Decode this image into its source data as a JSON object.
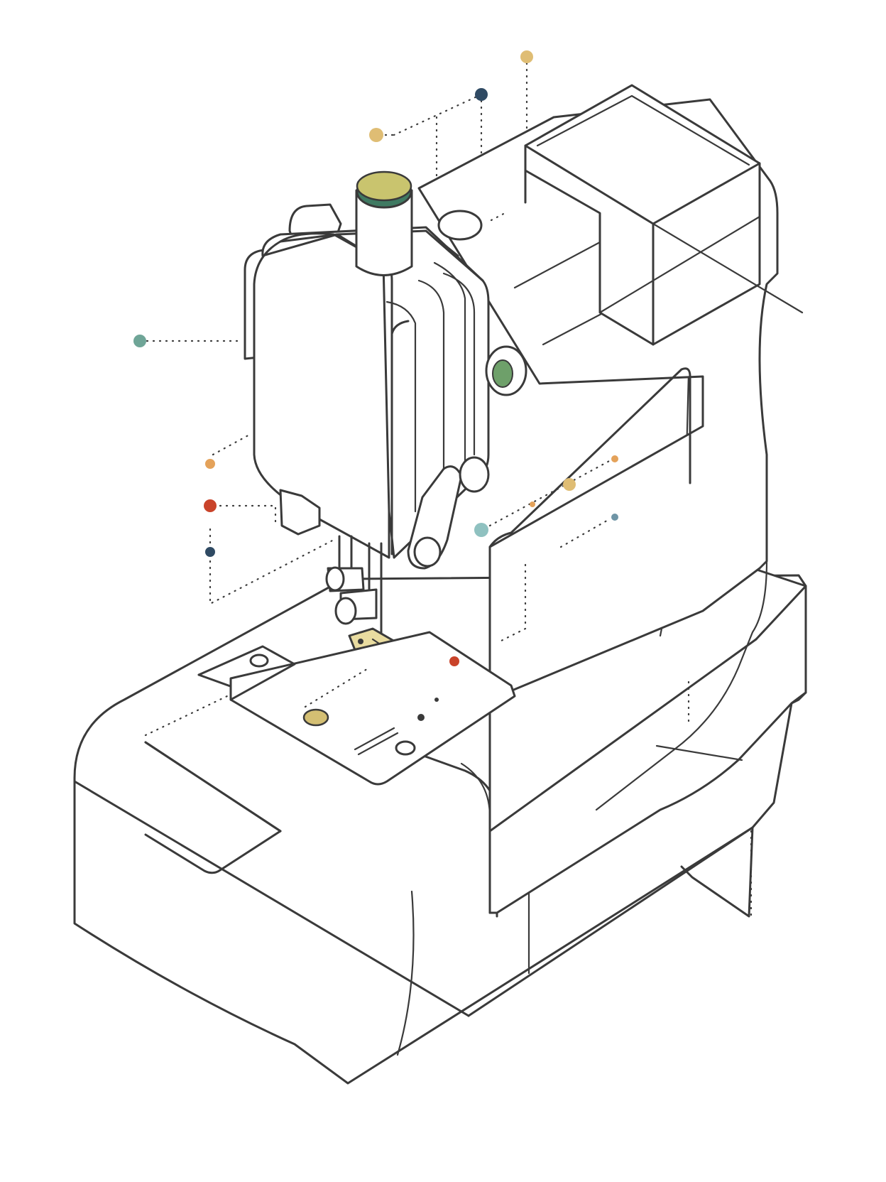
{
  "palette": {
    "outline": "#3a3a3a",
    "background": "#ffffff",
    "spool_top": "#c9c46e",
    "spool_band": "#3f7a62",
    "knob_accent": "#6ea06a",
    "presser_foot": "#e9dca0",
    "bobbin_cover": "#d4bf73"
  },
  "callouts": [
    {
      "id": "spool-top",
      "color": "#dfbd74"
    },
    {
      "id": "thread-guide-top",
      "color": "#2f4a63"
    },
    {
      "id": "spool-left",
      "color": "#dfbd74"
    },
    {
      "id": "side-cover",
      "color": "#6fa597"
    },
    {
      "id": "tension-upper",
      "color": "#e4a25a"
    },
    {
      "id": "tension-dial",
      "color": "#c9432a"
    },
    {
      "id": "needle-clamp",
      "color": "#2f4a63"
    },
    {
      "id": "stitch-large",
      "color": "#dfbd74"
    },
    {
      "id": "stitch-small-a",
      "color": "#e4a25a"
    },
    {
      "id": "stitch-small-b",
      "color": "#e4a25a"
    },
    {
      "id": "take-up",
      "color": "#8fc1c0"
    },
    {
      "id": "arm-marker",
      "color": "#6f95a6"
    },
    {
      "id": "needle-plate",
      "color": "#c9432a"
    }
  ]
}
